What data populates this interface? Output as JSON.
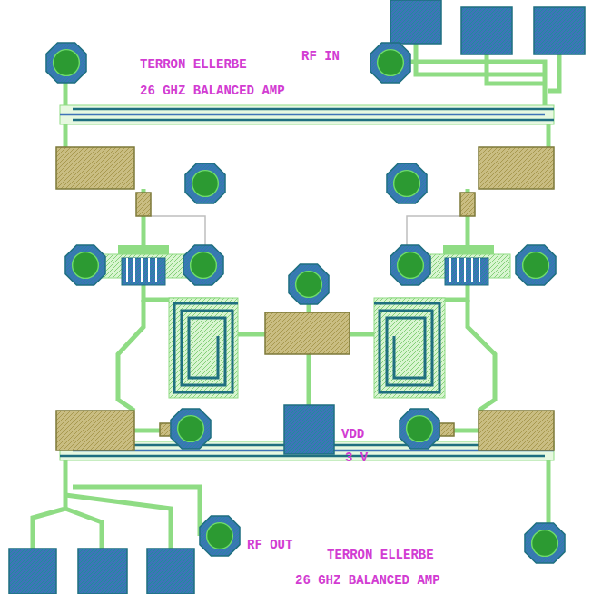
{
  "diagram": {
    "labels": [
      "TERRON ELLERBE",
      "26 GHZ BALANCED AMP",
      "RF IN",
      "VDD",
      "3 V",
      "RF OUT",
      "TERRON ELLERBE",
      "26 GHZ BALANCED AMP"
    ]
  }
}
